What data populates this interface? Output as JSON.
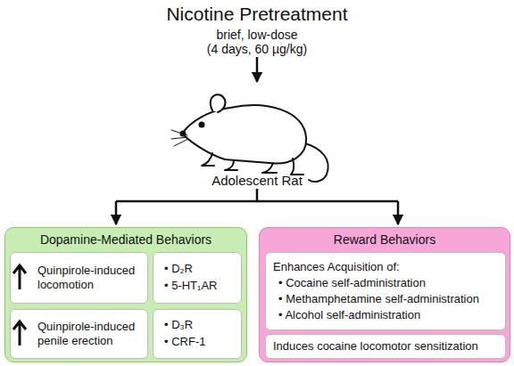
{
  "diagram": {
    "title": "Nicotine Pretreatment",
    "nodes": [
      {
        "text": [
          "Dopamine-Mediated Behaviors"
        ]
      },
      {
        "text": [
          "Quinpirole-induced locomotion"
        ],
        "in": 0
      },
      {
        "text": [
          "• D₂R",
          "• 5-HT₁AR"
        ],
        "in": 0
      },
      {
        "text": [
          "Quinpirole-induced penile erection"
        ],
        "in": 0
      },
      {
        "text": [
          "• D₃R",
          "• CRF-1"
        ],
        "in": 0
      },
      {
        "text": [
          "Reward Behaviors"
        ]
      },
      {
        "text": [
          "Enhances Acquisition of:",
          "• Cocaine self-administration",
          "• Methamphetamine self-administration",
          "• Alcohol self-administration"
        ],
        "in": 5
      },
      {
        "text": [
          "Induces cocaine locomotor sensitization"
        ],
        "in": 5
      }
    ],
    "labels": [
      "brief, low-dose",
      "(4 days, 60 µg/kg)",
      "Adolescent Rat"
    ]
  }
}
